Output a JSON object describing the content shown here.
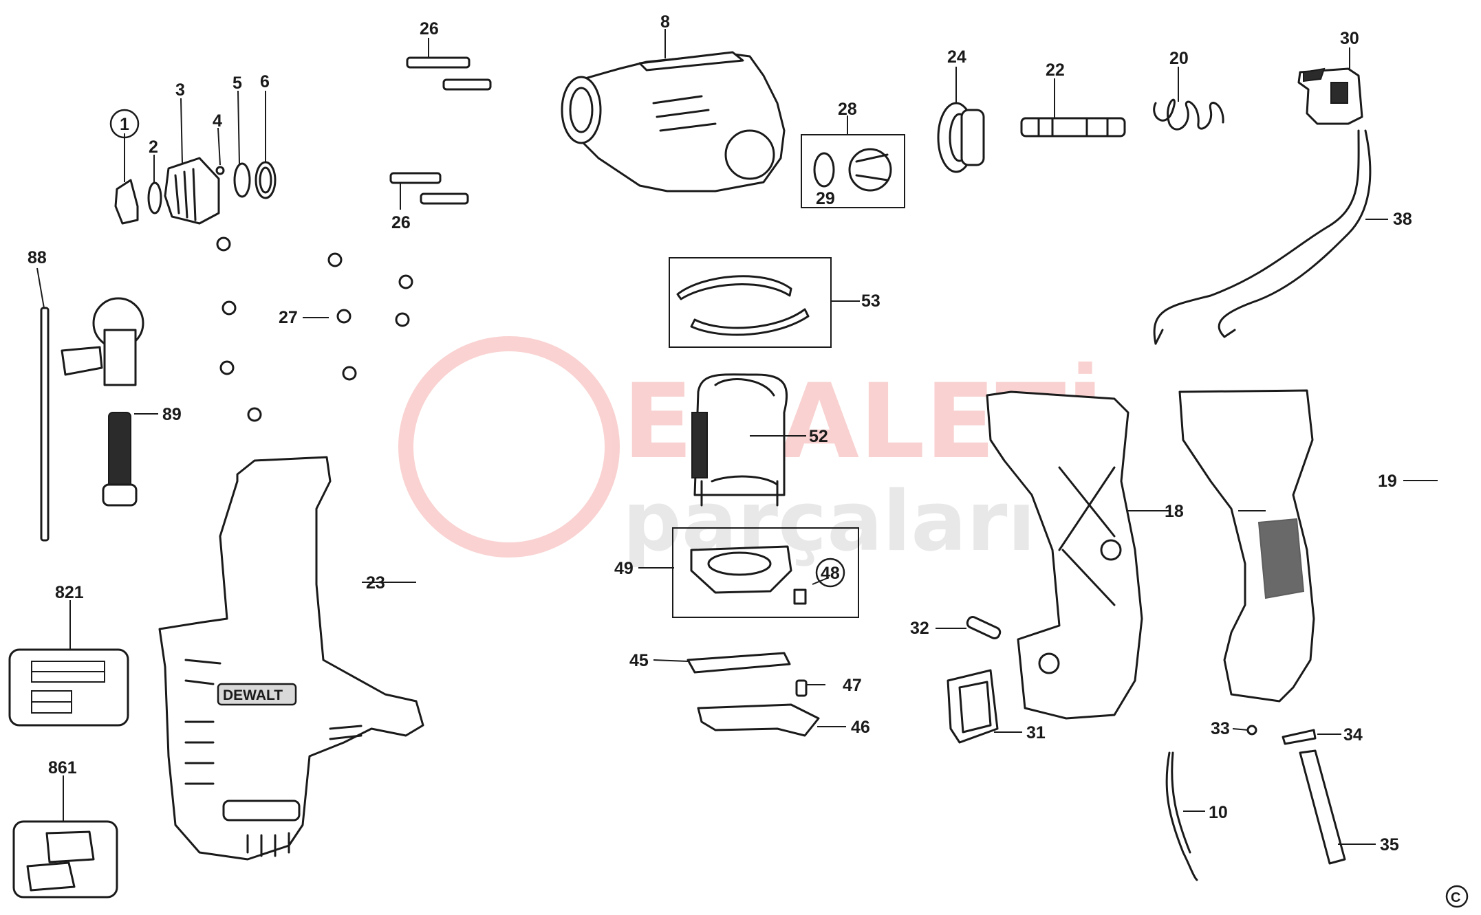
{
  "diagram": {
    "labels": {
      "p1": "1",
      "p2": "2",
      "p3": "3",
      "p4": "4",
      "p5": "5",
      "p6": "6",
      "p8": "8",
      "p10": "10",
      "p18": "18",
      "p19": "19",
      "p20": "20",
      "p22": "22",
      "p23": "23",
      "p24": "24",
      "p26a": "26",
      "p26b": "26",
      "p27": "27",
      "p28": "28",
      "p29": "29",
      "p30": "30",
      "p31": "31",
      "p32": "32",
      "p33": "33",
      "p34": "34",
      "p35": "35",
      "p38": "38",
      "p45": "45",
      "p46": "46",
      "p47": "47",
      "p48": "48",
      "p49": "49",
      "p52": "52",
      "p53": "53",
      "p88": "88",
      "p89": "89",
      "p821": "821",
      "p861": "861"
    },
    "brand_on_housing": "DEWALT",
    "copyright_mark": "C"
  },
  "watermark": {
    "line1": "ENALETİ",
    "line2": "parçaları",
    "color": "#e3342f"
  },
  "icons": {
    "circled_labels": [
      "1",
      "48"
    ]
  }
}
